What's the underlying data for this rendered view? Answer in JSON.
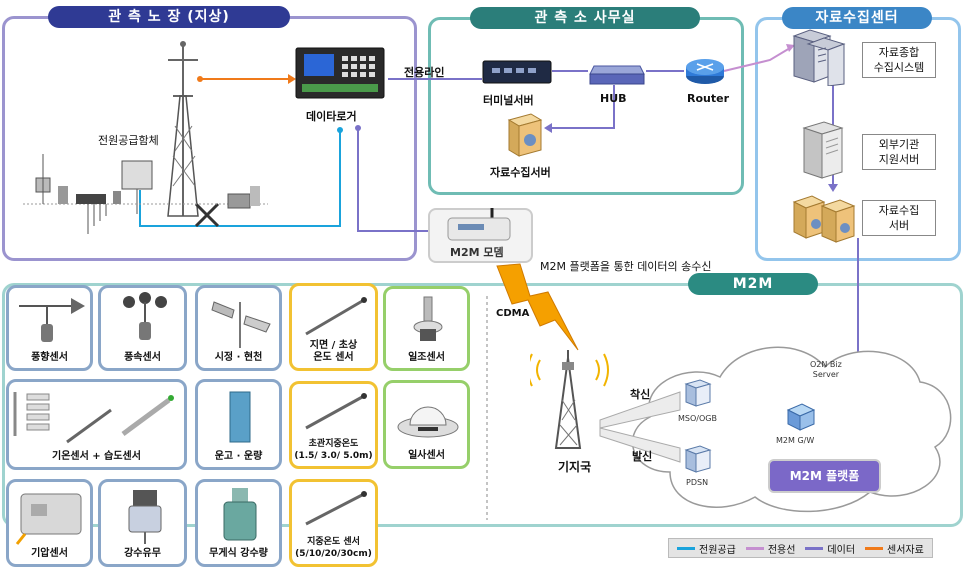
{
  "panels": {
    "obs_field": "관 측 노 장 (지상)",
    "obs_office": "관 측 소 사무실",
    "data_center": "자료수집센터",
    "m2m": "M2M"
  },
  "field": {
    "power_box": "전원공급함체",
    "datalogger": "데이타로거",
    "leased_line": "전용라인",
    "modem": "M2M 모뎀"
  },
  "office": {
    "terminal_server": "터미널서버",
    "hub": "HUB",
    "router": "Router",
    "collection_server": "자료수집서버"
  },
  "center": {
    "integrated_system": "자료종합\n수집시스템",
    "external_server": "외부기관\n지원서버",
    "collection_server": "자료수집\n서버"
  },
  "network": {
    "m2m_caption": "M2M 플랫폼을 통한 데이터의 송수신",
    "cdma": "CDMA",
    "base_station": "기지국",
    "incoming": "착신",
    "outgoing": "발신",
    "msc": "MSO/OGB",
    "pdsn": "PDSN",
    "gw": "M2M G/W",
    "biz_server": "O2N Biz\nServer",
    "platform": "M2M 플랫폼"
  },
  "sensors": [
    {
      "name": "풍향센서"
    },
    {
      "name": "풍속센서"
    },
    {
      "name": "시정 · 현천"
    },
    {
      "name": "지면 / 초상\n온도 센서"
    },
    {
      "name": "일조센서"
    },
    {
      "name": "기온센서 + 습도센서"
    },
    {
      "name": "운고 · 운량"
    },
    {
      "name": "초관지중온도\n(1.5/ 3.0/ 5.0m)"
    },
    {
      "name": "일사센서"
    },
    {
      "name": "기압센서"
    },
    {
      "name": "강수유무"
    },
    {
      "name": "무게식 강수량"
    },
    {
      "name": "지중온도 센서\n(5/10/20/30cm)"
    }
  ],
  "legend": {
    "power": "전원공급",
    "leased": "전용선",
    "data": "데이터",
    "sensor": "센서자료"
  },
  "colors": {
    "power": "#1aa3dc",
    "leased": "#c58fd0",
    "data": "#7a72c8",
    "sensor": "#f07a1a",
    "obs_field_border": "#9b94cf",
    "office_border": "#6fbcb4",
    "center_border": "#93c5ec",
    "m2m_border": "#9fd3cf",
    "sensor_blue": "#8aa6c8",
    "sensor_yellow": "#f2c232",
    "sensor_green": "#96cf6a"
  }
}
